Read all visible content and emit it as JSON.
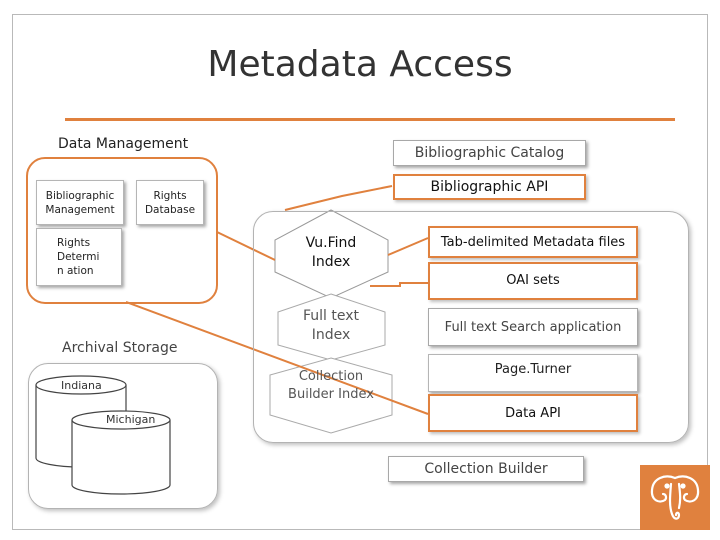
{
  "title": "Metadata Access",
  "data_management": {
    "label": "Data Management",
    "bibliographic_management": "Bibliographic Management",
    "rights_database": "Rights Database",
    "rights_determination": "Rights Determin ation"
  },
  "archival_storage": {
    "label": "Archival Storage",
    "indiana": "Indiana",
    "michigan": "Michigan"
  },
  "catalog": {
    "bibliographic_catalog": "Bibliographic Catalog",
    "bibliographic_api": "Bibliographic API"
  },
  "indexes": {
    "vufind": "Vu.Find Index",
    "full_text": "Full text Index",
    "collection_builder": "Collection Builder Index"
  },
  "outputs": {
    "tab_delimited": "Tab-delimited Metadata files",
    "oai_sets": "OAI sets",
    "full_text_search": "Full text Search application",
    "page_turner": "Page.Turner",
    "data_api": "Data API",
    "collection_builder": "Collection Builder"
  },
  "colors": {
    "accent": "#e0813e",
    "border_gray": "#a8a8a8"
  },
  "logo_icon": "elephant-icon"
}
